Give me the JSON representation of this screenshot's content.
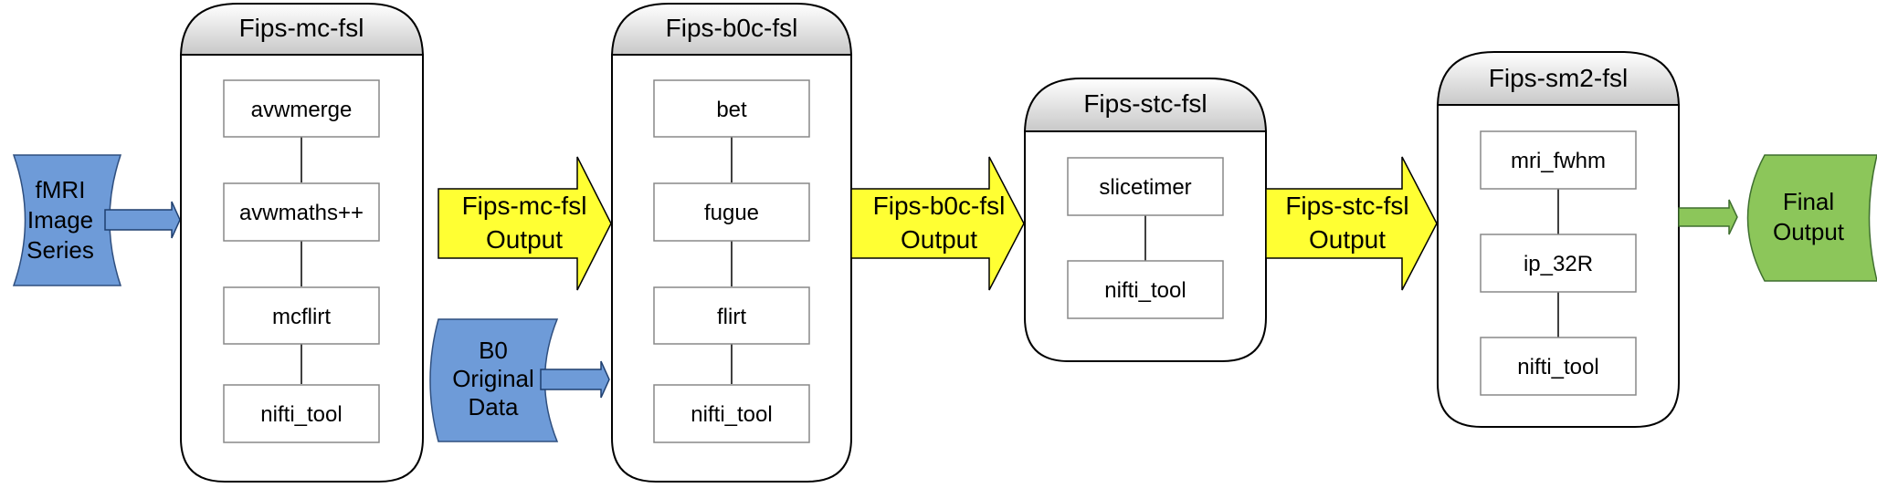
{
  "colors": {
    "input": "#6E9BD8",
    "arrow_yellow": "#FFFF33",
    "final": "#8CC65A",
    "stroke": "#000000",
    "box_fill": "#FFFFFF",
    "header_top": "#FFFFFF",
    "header_bottom": "#C8C8C8"
  },
  "inputs": {
    "fmri": {
      "label": [
        "fMRI",
        "Image",
        "Series"
      ]
    },
    "b0": {
      "label": [
        "B0",
        "Original",
        "Data"
      ]
    },
    "final": {
      "label": [
        "Final",
        "Output"
      ]
    }
  },
  "modules": [
    {
      "title": "Fips-mc-fsl",
      "tools": [
        "avwmerge",
        "avwmaths++",
        "mcflirt",
        "nifti_tool"
      ]
    },
    {
      "title": "Fips-b0c-fsl",
      "tools": [
        "bet",
        "fugue",
        "flirt",
        "nifti_tool"
      ]
    },
    {
      "title": "Fips-stc-fsl",
      "tools": [
        "slicetimer",
        "nifti_tool"
      ]
    },
    {
      "title": "Fips-sm2-fsl",
      "tools": [
        "mri_fwhm",
        "ip_32R",
        "nifti_tool"
      ]
    }
  ],
  "outputs": [
    {
      "label": [
        "Fips-mc-fsl",
        "Output"
      ]
    },
    {
      "label": [
        "Fips-b0c-fsl",
        "Output"
      ]
    },
    {
      "label": [
        "Fips-stc-fsl",
        "Output"
      ]
    }
  ]
}
